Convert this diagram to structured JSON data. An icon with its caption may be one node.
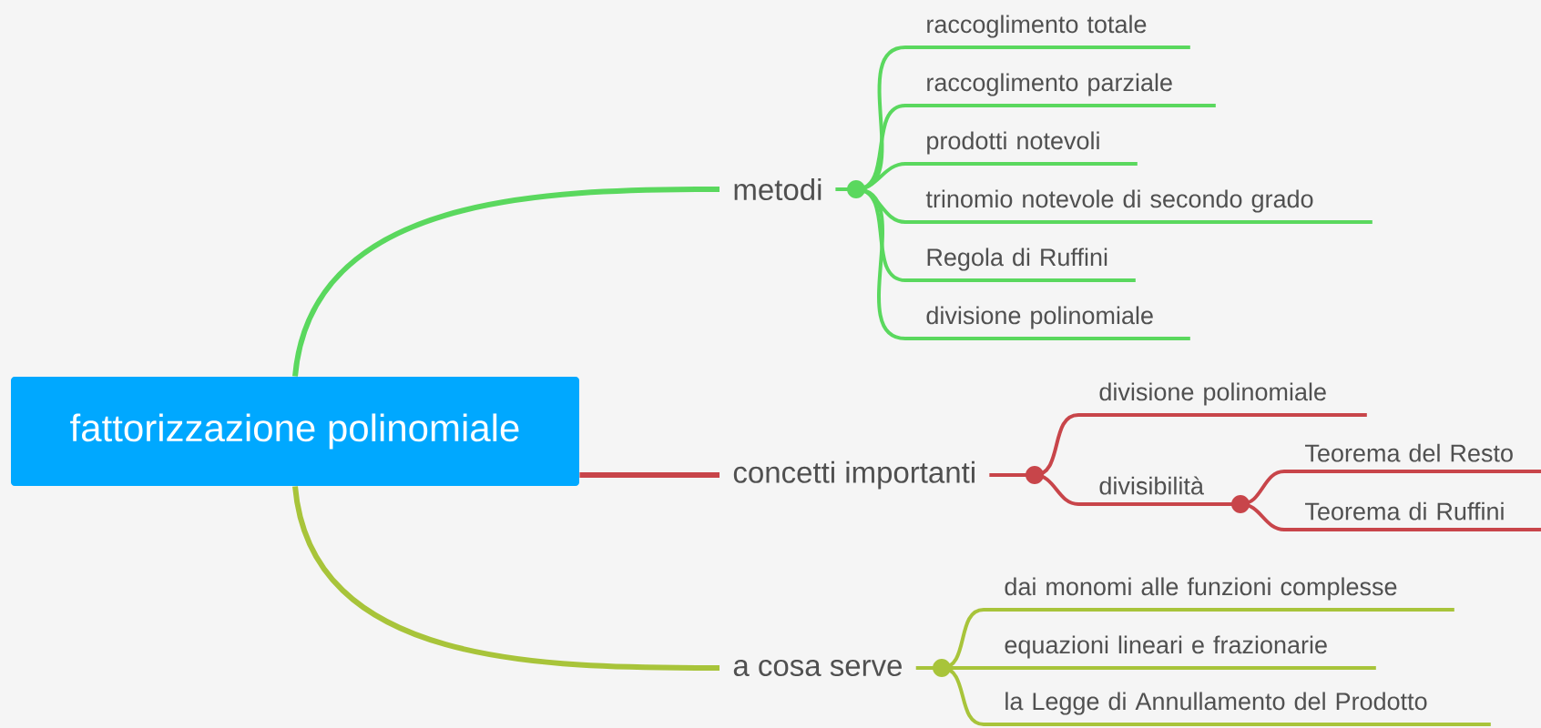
{
  "diagram": {
    "nodes": [
      {
        "text": [
          "fattorizzazione polinomiale"
        ]
      },
      {
        "text": [
          "metodi"
        ]
      },
      {
        "text": [
          "raccoglimento totale"
        ]
      },
      {
        "text": [
          "raccoglimento parziale"
        ]
      },
      {
        "text": [
          "prodotti notevoli"
        ]
      },
      {
        "text": [
          "trinomio notevole di secondo grado"
        ]
      },
      {
        "text": [
          "Regola di Ruffini"
        ]
      },
      {
        "text": [
          "divisione polinomiale"
        ]
      },
      {
        "text": [
          "concetti importanti"
        ]
      },
      {
        "text": [
          "divisione polinomiale"
        ]
      },
      {
        "text": [
          "divisibilità"
        ]
      },
      {
        "text": [
          "Teorema del Resto"
        ]
      },
      {
        "text": [
          "Teorema di Ruffini"
        ]
      },
      {
        "text": [
          "a cosa serve"
        ]
      },
      {
        "text": [
          "dai monomi alle funzioni complesse"
        ]
      },
      {
        "text": [
          "equazioni lineari e frazionarie"
        ]
      },
      {
        "text": [
          "la Legge di Annullamento del Prodotto"
        ]
      }
    ],
    "edges": [
      {
        "from": 0,
        "to": 1,
        "arrow": "none"
      },
      {
        "from": 1,
        "to": 2,
        "arrow": "none"
      },
      {
        "from": 1,
        "to": 3,
        "arrow": "none"
      },
      {
        "from": 1,
        "to": 4,
        "arrow": "none"
      },
      {
        "from": 1,
        "to": 5,
        "arrow": "none"
      },
      {
        "from": 1,
        "to": 6,
        "arrow": "none"
      },
      {
        "from": 1,
        "to": 7,
        "arrow": "none"
      },
      {
        "from": 0,
        "to": 8,
        "arrow": "none",
        "color": "#c8454a"
      },
      {
        "from": 8,
        "to": 9,
        "arrow": "none",
        "color": "#c8454a"
      },
      {
        "from": 8,
        "to": 10,
        "arrow": "none",
        "color": "#c8454a"
      },
      {
        "from": 10,
        "to": 11,
        "arrow": "none",
        "color": "#c8454a"
      },
      {
        "from": 10,
        "to": 12,
        "arrow": "none",
        "color": "#c8454a"
      },
      {
        "from": 0,
        "to": 13,
        "arrow": "none",
        "color": "#a8c43a"
      },
      {
        "from": 13,
        "to": 14,
        "arrow": "none",
        "color": "#a8c43a"
      },
      {
        "from": 13,
        "to": 15,
        "arrow": "none",
        "color": "#a8c43a"
      },
      {
        "from": 13,
        "to": 16,
        "arrow": "none",
        "color": "#a8c43a"
      }
    ]
  }
}
